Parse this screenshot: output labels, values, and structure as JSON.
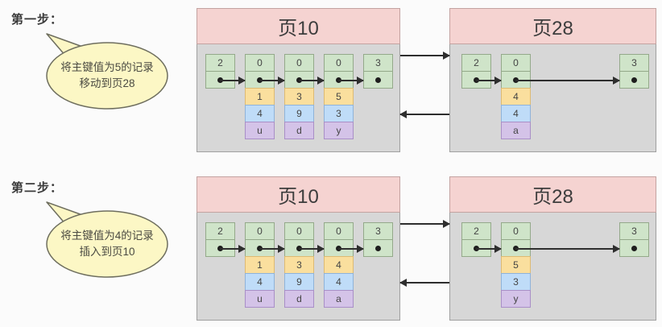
{
  "icons": {
    "pointer_dot": "●",
    "record_link_arrow": "→",
    "next_page_arrow": "→",
    "prev_page_arrow": "←"
  },
  "colors": {
    "background": "#fbfbfb",
    "page_header_fill": "#f5d3d1",
    "page_header_border": "#c3a3a1",
    "page_body_fill": "#d7d7d7",
    "page_body_border": "#a0a0a0",
    "cell_green_fill": "#cfe4c9",
    "cell_green_border": "#94a98a",
    "cell_orange_fill": "#fadf9e",
    "cell_orange_border": "#ddba73",
    "cell_blue_fill": "#bfdcf8",
    "cell_blue_border": "#8fb3d9",
    "cell_purple_fill": "#d4c3e8",
    "cell_purple_border": "#a98fc7",
    "bubble_fill": "#fcf7c5",
    "bubble_border": "#6e6e5e",
    "arrow_color": "#2e2e2e",
    "text_color": "#444444"
  },
  "steps": [
    {
      "label": "第一步：",
      "bubble_lines": [
        "将主键值为5的记录",
        "移动到页28"
      ],
      "pages": [
        {
          "title": "页10",
          "records": [
            {
              "slot": 0,
              "type": "2",
              "fields": []
            },
            {
              "slot": 1,
              "type": "0",
              "fields": [
                "1",
                "4",
                "u"
              ]
            },
            {
              "slot": 2,
              "type": "0",
              "fields": [
                "3",
                "9",
                "d"
              ]
            },
            {
              "slot": 3,
              "type": "0",
              "fields": [
                "5",
                "3",
                "y"
              ]
            },
            {
              "slot": 4,
              "type": "3",
              "fields": []
            }
          ]
        },
        {
          "title": "页28",
          "records": [
            {
              "slot": 0,
              "type": "2",
              "fields": []
            },
            {
              "slot": 1,
              "type": "0",
              "fields": [
                "4",
                "4",
                "a"
              ]
            },
            {
              "slot": 4,
              "type": "3",
              "fields": []
            }
          ]
        }
      ]
    },
    {
      "label": "第二步：",
      "bubble_lines": [
        "将主键值为4的记录",
        "插入到页10"
      ],
      "pages": [
        {
          "title": "页10",
          "records": [
            {
              "slot": 0,
              "type": "2",
              "fields": []
            },
            {
              "slot": 1,
              "type": "0",
              "fields": [
                "1",
                "4",
                "u"
              ]
            },
            {
              "slot": 2,
              "type": "0",
              "fields": [
                "3",
                "9",
                "d"
              ]
            },
            {
              "slot": 3,
              "type": "0",
              "fields": [
                "4",
                "4",
                "a"
              ]
            },
            {
              "slot": 4,
              "type": "3",
              "fields": []
            }
          ]
        },
        {
          "title": "页28",
          "records": [
            {
              "slot": 0,
              "type": "2",
              "fields": []
            },
            {
              "slot": 1,
              "type": "0",
              "fields": [
                "5",
                "3",
                "y"
              ]
            },
            {
              "slot": 4,
              "type": "3",
              "fields": []
            }
          ]
        }
      ]
    }
  ]
}
